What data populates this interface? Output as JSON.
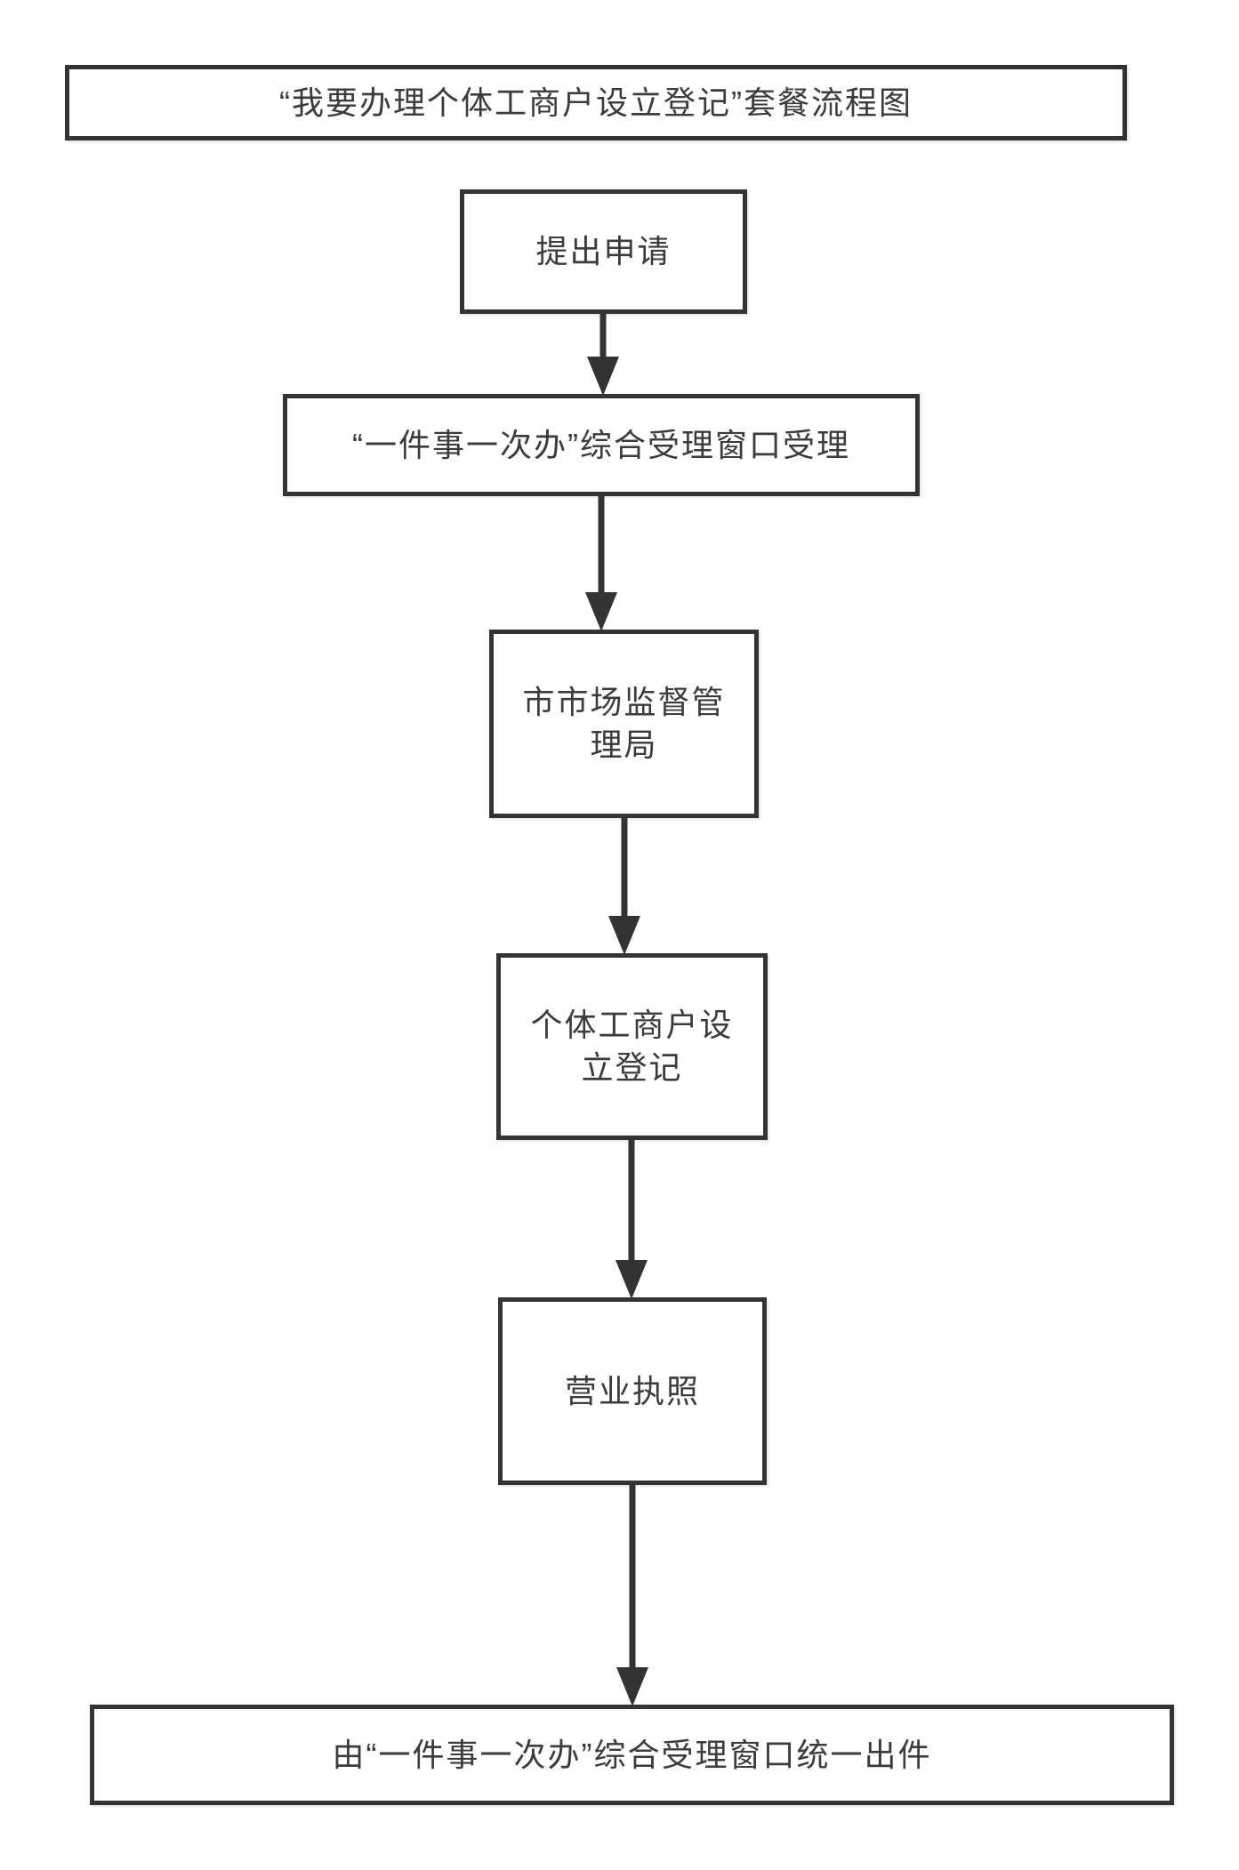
{
  "colors": {
    "background": "#ffffff",
    "box_border": "#333333",
    "text": "#3b3b3b",
    "arrow": "#333333"
  },
  "flowchart": {
    "title": "“我要办理个体工商户设立登记”套餐流程图",
    "nodes": [
      {
        "id": "apply",
        "label": "提出申请",
        "lines": [
          "提出申请"
        ]
      },
      {
        "id": "window-accept",
        "label": "“一件事一次办”综合受理窗口受理",
        "lines": [
          "“一件事一次办”综合受理窗口受理"
        ]
      },
      {
        "id": "market-bureau",
        "label": "市市场监督管理局",
        "lines": [
          "市市场监督管",
          "理局"
        ]
      },
      {
        "id": "registration",
        "label": "个体工商户设立登记",
        "lines": [
          "个体工商户设",
          "立登记"
        ]
      },
      {
        "id": "license",
        "label": "营业执照",
        "lines": [
          "营业执照"
        ]
      },
      {
        "id": "window-output",
        "label": "由“一件事一次办”综合受理窗口统一出件",
        "lines": [
          "由“一件事一次办”综合受理窗口统一出件"
        ]
      }
    ],
    "edges": [
      {
        "from": "apply",
        "to": "window-accept"
      },
      {
        "from": "window-accept",
        "to": "market-bureau"
      },
      {
        "from": "market-bureau",
        "to": "registration"
      },
      {
        "from": "registration",
        "to": "license"
      },
      {
        "from": "license",
        "to": "window-output"
      }
    ]
  }
}
